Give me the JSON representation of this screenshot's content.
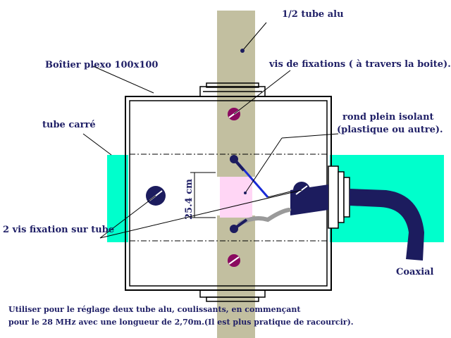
{
  "labels": {
    "tube_alu": "1/2 tube alu",
    "boitier": "Boîtier plexo 100x100",
    "vis_fixations": "vis de fixations ( à travers la boite).",
    "rond_plein_1": "rond plein isolant",
    "rond_plein_2": "(plastique ou autre).",
    "tube_carre": "tube carré",
    "vis_tube": "2 vis fixation sur tube",
    "coaxial": "Coaxial",
    "dimension": "25.4 cm"
  },
  "note": {
    "line1": "Utiliser pour le réglage deux tube alu, coulissants, en commençant",
    "line2": "pour le 28 MHz avec une longueur de 2,70m.(Il est plus pratique de racourcir)."
  },
  "colors": {
    "tube_alu": "#c2bfa0",
    "tube_carre": "#00ffcc",
    "box_outline": "#000000",
    "insulator_rod": "#ffd6f5",
    "coax": "#1c1c5e",
    "screw": "#8a0a60",
    "wire": "#1a2bd6",
    "text": "#1f1f66"
  }
}
